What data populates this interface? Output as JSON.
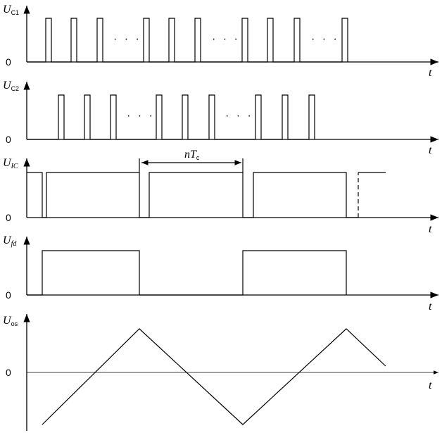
{
  "panels": [
    {
      "id": "uc1",
      "ylabel": {
        "main": "U",
        "sub": "C1"
      },
      "zero_label": "0",
      "t_label": "t",
      "ellipsis": "· · ·",
      "ellipsis_count": 3
    },
    {
      "id": "uc2",
      "ylabel": {
        "main": "U",
        "sub": "C2"
      },
      "zero_label": "0",
      "t_label": "t",
      "ellipsis": "· · ·",
      "ellipsis_count": 2
    },
    {
      "id": "uic",
      "ylabel": {
        "main": "U",
        "sub": "IC"
      },
      "zero_label": "0",
      "t_label": "t",
      "period_label": {
        "main": "nT",
        "sub": "c"
      }
    },
    {
      "id": "ufd",
      "ylabel": {
        "main": "U",
        "sub": "fd"
      },
      "zero_label": "0",
      "t_label": "t"
    },
    {
      "id": "uos",
      "ylabel": {
        "main": "U",
        "sub": "os"
      },
      "zero_label": "0",
      "t_label": "t"
    }
  ]
}
